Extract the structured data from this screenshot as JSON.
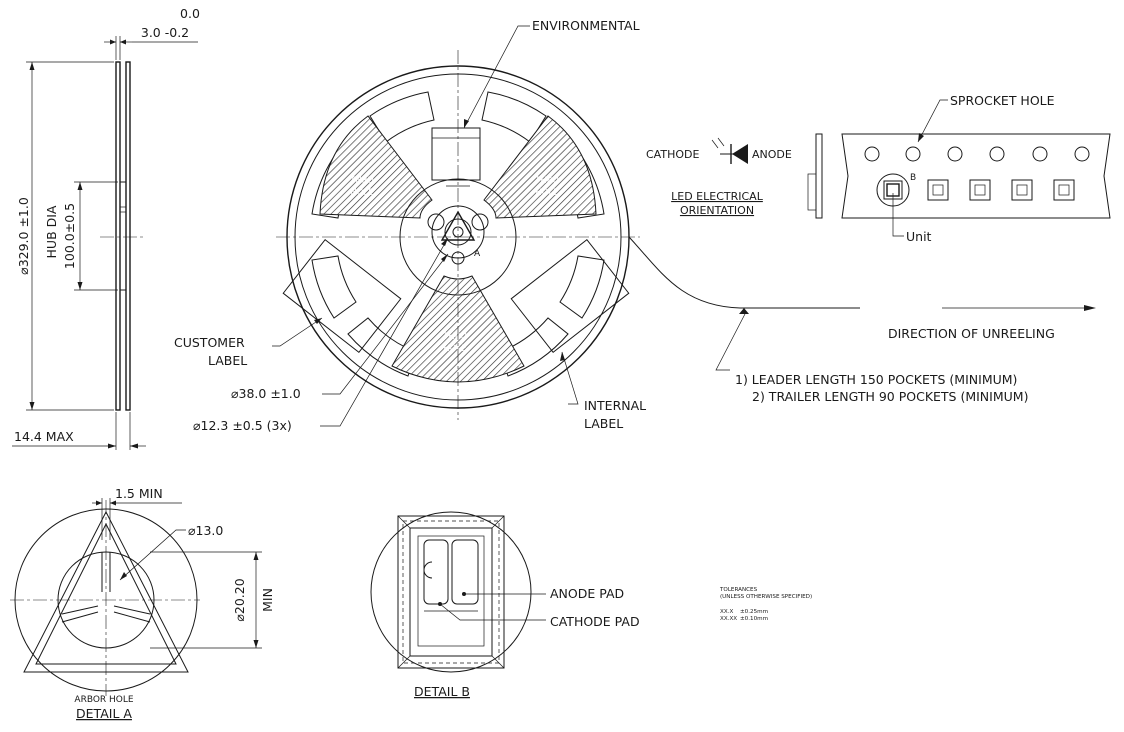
{
  "side_view": {
    "flange_thickness_upper": "0.0",
    "flange_thickness_value": "3.0 -0.2",
    "diameter": "329.0 ±1.0",
    "hub_dia_label": "HUB DIA",
    "hub_dia_value": "100.0±0.5",
    "width_max": "14.4 MAX"
  },
  "reel_front": {
    "environmental_label": "ENVIRONMENTAL",
    "thru_hole_label": [
      "THRU",
      "HOLE"
    ],
    "detail_a_marker": "A",
    "customer_label": [
      "CUSTOMER",
      "LABEL"
    ],
    "internal_label": [
      "INTERNAL",
      "LABEL"
    ],
    "hub_hole_dim": "38.0 ±1.0",
    "drive_hole_dim": "12.3 ±0.5 (3x)"
  },
  "led_orientation": {
    "cathode": "CATHODE",
    "anode": "ANODE",
    "caption": [
      "LED ELECTRICAL",
      "ORIENTATION"
    ]
  },
  "tape": {
    "sprocket_hole_label": "SPROCKET HOLE",
    "detail_b_marker": "B",
    "unit_label": "Unit",
    "direction_label": "DIRECTION OF UNREELING",
    "notes": [
      "1) LEADER LENGTH 150 POCKETS (MINIMUM)",
      "2) TRAILER LENGTH 90 POCKETS (MINIMUM)"
    ]
  },
  "detail_a": {
    "slot_width": "1.5 MIN",
    "bore_diameter": "13.0",
    "arbor_diameter": "20.20",
    "arbor_min": "MIN",
    "caption_top": "ARBOR HOLE",
    "caption": "DETAIL A"
  },
  "detail_b": {
    "anode_pad": "ANODE PAD",
    "cathode_pad": "CATHODE PAD",
    "caption": "DETAIL B"
  },
  "tolerances": {
    "title": "TOLERANCES",
    "subtitle": "(UNLESS OTHERWISE SPECIFIED)",
    "rows": [
      {
        "format": "XX.X",
        "value": "±0.25mm"
      },
      {
        "format": "XX.XX",
        "value": "±0.10mm"
      }
    ]
  },
  "diameter_symbol": "⌀"
}
